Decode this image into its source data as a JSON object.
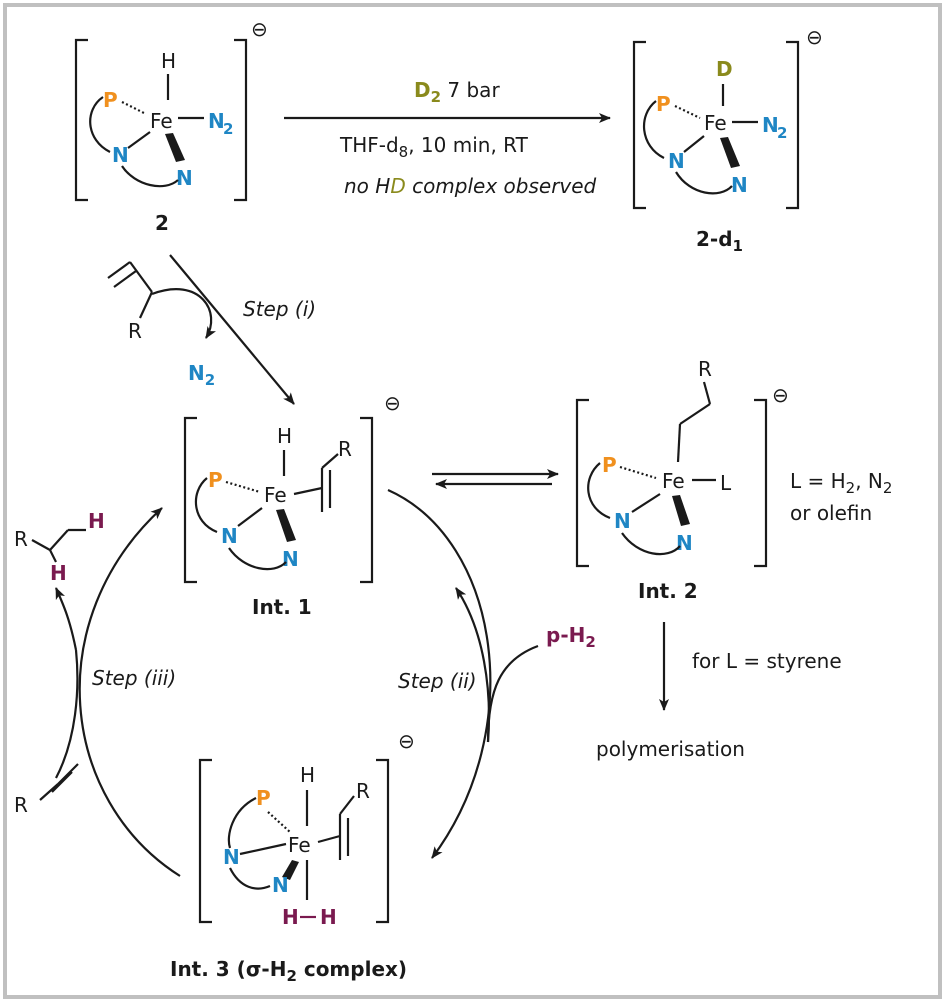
{
  "labels": {
    "compound_2": "2",
    "compound_2d1": "2-d",
    "compound_2d1_sub": "1",
    "int1": "Int. 1",
    "int2": "Int. 2",
    "int3_a": "Int. 3 (σ-H",
    "int3_sub": "2",
    "int3_b": " complex)",
    "charge": "⊖"
  },
  "atoms": {
    "Fe": "Fe",
    "P": "P",
    "N": "N",
    "H": "H",
    "D": "D",
    "R": "R",
    "L": "L",
    "N2_main": "N",
    "N2_sub": "2"
  },
  "top_arrow": {
    "reagent_d2": "D",
    "reagent_d2_sub": "2",
    "reagent_pressure": " 7 bar",
    "conditions_a": "THF-d",
    "conditions_sub": "8",
    "conditions_b": ", 10 min, RT",
    "note_a": "no H",
    "note_d": "D",
    "note_b": " complex observed"
  },
  "steps": {
    "step_i": "Step (i)",
    "step_ii": "Step (ii)",
    "step_iii": "Step (iii)"
  },
  "released_n2": {
    "main": "N",
    "sub": "2"
  },
  "parahydrogen": {
    "main": "p-H",
    "sub": "2"
  },
  "ligand_note": {
    "line1_a": "L = H",
    "line1_sub": "2",
    "line1_b": ", N",
    "line1_sub2": "2",
    "line2": "or olefin"
  },
  "polymer": {
    "condition": "for L = styrene",
    "product": "polymerisation"
  },
  "dihydrogen": {
    "h1": "H",
    "h2": "H"
  },
  "colors": {
    "phosphorus": "#f0901e",
    "nitrogen": "#1f86c4",
    "deuterium": "#8a8a1c",
    "hydrogen_para": "#7a1a4f",
    "frame": "#c0c0c0"
  }
}
